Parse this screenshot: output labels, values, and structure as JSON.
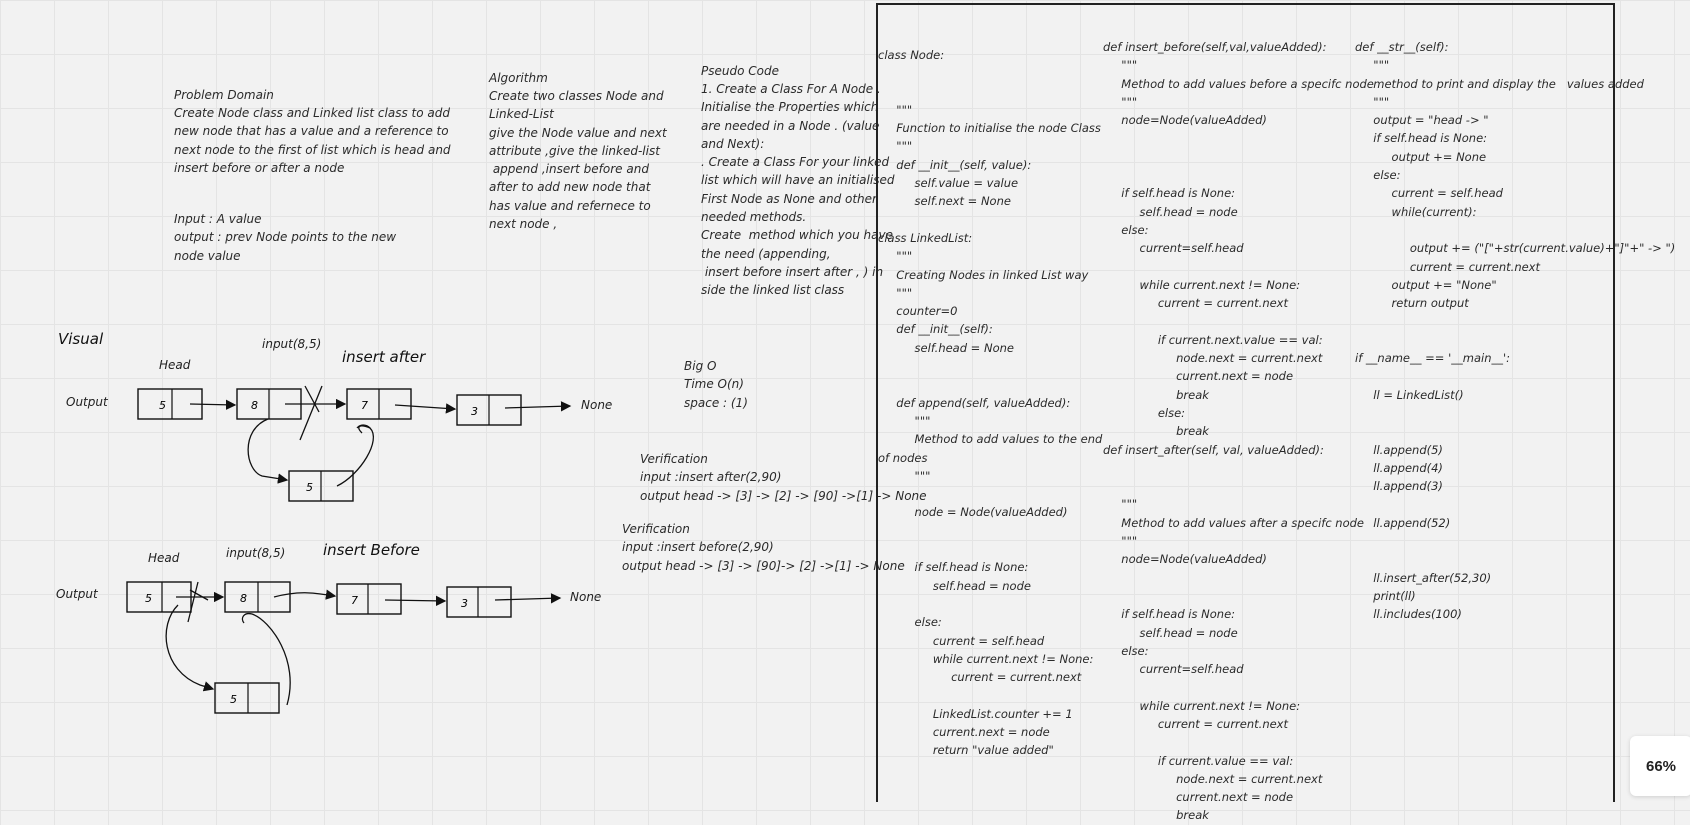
{
  "problem_domain": {
    "title": "Problem Domain",
    "body": "Create Node class and Linked list class to add\nnew node that has a value and a reference to\nnext node to the first of list which is head and\ninsert before or after a node",
    "io": "Input : A value\noutput : prev Node points to the new\nnode value"
  },
  "algorithm": {
    "title": "Algorithm",
    "body": "Create two classes Node and\nLinked-List\ngive the Node value and next\nattribute ,give the linked-list\n append ,insert before and\nafter to add new node that\nhas value and refernece to\nnext node ,"
  },
  "pseudo_code": {
    "title": "Pseudo Code",
    "body": "1. Create a Class For A Node .\nInitialise the Properties which\nare needed in a Node . (value\nand Next):\n. Create a Class For your linked\nlist which will have an initialised\nFirst Node as None and other\nneeded methods.\nCreate  method which you have\nthe need (appending,\n insert before insert after , ) in\nside the linked list class"
  },
  "big_o": "Big O\nTime O(n)\nspace : (1)",
  "verification_after": "Verification\ninput :insert after(2,90)\noutput head -> [3] -> [2] -> [90] ->[1] -> None",
  "verification_before": "Verification\ninput :insert before(2,90)\noutput head -> [3] -> [90]-> [2] ->[1] -> None",
  "visual": {
    "title": "Visual",
    "after": {
      "head": "Head",
      "input": "input(8,5)",
      "caption": "insert after",
      "output": "Output",
      "nodes": [
        "5",
        "8",
        "7",
        "3"
      ],
      "new_node": "5",
      "none": "None"
    },
    "before": {
      "head": "Head",
      "input": "input(8,5)",
      "caption": "insert Before",
      "output": "Output",
      "nodes": [
        "5",
        "8",
        "7",
        "3"
      ],
      "new_node": "5",
      "none": "None"
    }
  },
  "code": {
    "col1": "class Node:\n\n\n     \"\"\"\n     Function to initialise the node Class\n     \"\"\"\n     def __init__(self, value):\n          self.value = value\n          self.next = None\n\nclass LinkedList:\n     \"\"\"\n     Creating Nodes in linked List way\n     \"\"\"\n     counter=0\n     def __init__(self):\n          self.head = None\n\n\n     def append(self, valueAdded):\n          \"\"\"\n          Method to add values to the end\nof nodes\n          \"\"\"\n\n          node = Node(valueAdded)\n\n\n          if self.head is None:\n               self.head = node\n\n          else:\n               current = self.head\n               while current.next != None:\n                    current = current.next\n\n               LinkedList.counter += 1\n               current.next = node\n               return \"value added\"",
    "col2": "def insert_before(self,val,valueAdded):\n     \"\"\"\n     Method to add values before a specifc node\n     \"\"\"\n     node=Node(valueAdded)\n\n\n\n     if self.head is None:\n          self.head = node\n     else:\n          current=self.head\n\n          while current.next != None:\n               current = current.next\n\n               if current.next.value == val:\n                    node.next = current.next\n                    current.next = node\n                    break\n               else:\n                    break\ndef insert_after(self, val, valueAdded):\n\n\n     \"\"\"\n     Method to add values after a specifc node\n     \"\"\"\n     node=Node(valueAdded)\n\n\n     if self.head is None:\n          self.head = node\n     else:\n          current=self.head\n\n          while current.next != None:\n               current = current.next\n\n               if current.value == val:\n                    node.next = current.next\n                    current.next = node\n                    break",
    "col3": "def __str__(self):\n     \"\"\"\n     method to print and display the   values added\n     \"\"\"\n     output = \"head -> \"\n     if self.head is None:\n          output += None\n     else:\n          current = self.head\n          while(current):\n\n               output += (\"[\"+str(current.value)+\"]\"+\" -> \")\n               current = current.next\n          output += \"None\"\n          return output\n\n\nif __name__ == '__main__':\n\n     ll = LinkedList()\n\n\n     ll.append(5)\n     ll.append(4)\n     ll.append(3)\n\n     ll.append(52)\n\n\n     ll.insert_after(52,30)\n     print(ll)\n     ll.includes(100)"
  },
  "zoom_level": "66%"
}
